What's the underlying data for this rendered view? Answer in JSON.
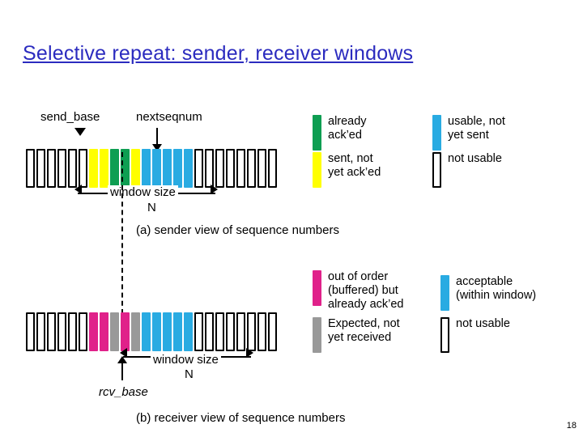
{
  "title": "Selective repeat: sender, receiver windows",
  "colors": {
    "title": "#2b2bbf",
    "green": "#0e9e52",
    "yellow": "#ffff00",
    "blue": "#29abe2",
    "pink": "#e0218a",
    "gray": "#999999",
    "black": "#000000",
    "white": "#ffffff"
  },
  "sender": {
    "label_send_base": "send_base",
    "label_nextseqnum": "nextseqnum",
    "window_label": "window size",
    "window_label_n": "N",
    "caption": "(a) sender view of sequence numbers",
    "boxes": [
      "open",
      "open",
      "open",
      "open",
      "open",
      "open",
      "yellow",
      "yellow",
      "green",
      "green",
      "yellow",
      "blue",
      "blue",
      "blue",
      "blue",
      "blue",
      "open",
      "open",
      "open",
      "open",
      "open",
      "open",
      "open",
      "open"
    ],
    "legend": [
      {
        "swatch": "green",
        "text": "already\nack’ed"
      },
      {
        "swatch": "yellow",
        "text": "sent, not\nyet ack’ed"
      },
      {
        "swatch": "blue",
        "text": "usable, not\nyet sent"
      },
      {
        "swatch": "open",
        "text": "not usable"
      }
    ]
  },
  "receiver": {
    "label_rcv_base": "rcv_base",
    "window_label": "window size",
    "window_label_n": "N",
    "caption": "(b) receiver view of sequence numbers",
    "boxes": [
      "open",
      "open",
      "open",
      "open",
      "open",
      "open",
      "pink",
      "pink",
      "gray",
      "pink",
      "gray",
      "blue",
      "blue",
      "blue",
      "blue",
      "blue",
      "open",
      "open",
      "open",
      "open",
      "open",
      "open",
      "open",
      "open"
    ],
    "legend": [
      {
        "swatch": "pink",
        "text": "out of order\n(buffered) but\nalready ack’ed"
      },
      {
        "swatch": "gray",
        "text": "Expected,  not\nyet received"
      },
      {
        "swatch": "blue",
        "text": "acceptable\n(within window)"
      },
      {
        "swatch": "open",
        "text": "not usable"
      }
    ]
  },
  "page_number": "18"
}
